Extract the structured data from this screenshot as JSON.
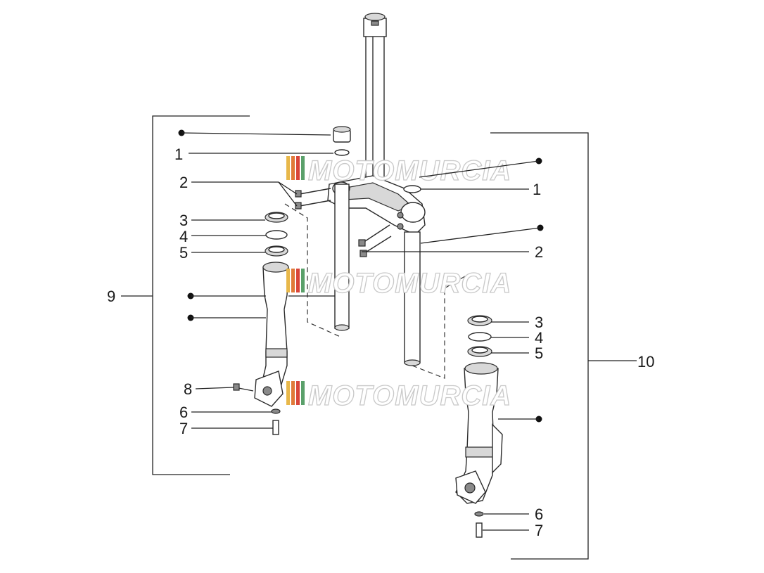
{
  "callouts": {
    "left": [
      "1",
      "2",
      "3",
      "4",
      "5",
      "8",
      "6",
      "7"
    ],
    "right": [
      "1",
      "2",
      "3",
      "4",
      "5",
      "6",
      "7"
    ],
    "group_left": "9",
    "group_right": "10"
  },
  "watermark": "MOTOMURCIA",
  "colors": {
    "line": "#222222",
    "watermark_stripes": [
      "#e8b84a",
      "#e07a3a",
      "#d9453a",
      "#5aa06a"
    ]
  }
}
